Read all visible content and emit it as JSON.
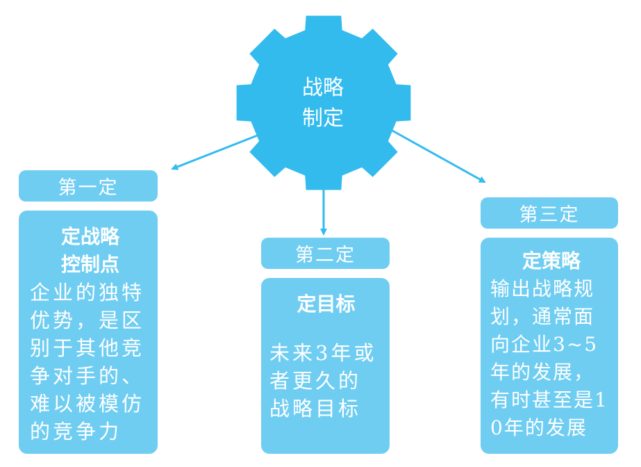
{
  "center": {
    "line1": "战略",
    "line2": "制定"
  },
  "branches": [
    {
      "header": "第一定",
      "title_line1": "定战略",
      "title_line2": "控制点",
      "body": "企业的独特优势，是区别于其他竞争对手的、难以被模仿的竞争力"
    },
    {
      "header": "第二定",
      "title_line1": "定目标",
      "title_line2": "",
      "body": "未来3年或者更久的战略目标"
    },
    {
      "header": "第三定",
      "title_line1": "定策略",
      "title_line2": "",
      "body": "输出战略规划，通常面向企业3~5年的发展，有时甚至是10年的发展"
    }
  ],
  "colors": {
    "gear": "#33bbee",
    "box": "#6fcdf2",
    "arrow": "#33bbee",
    "text": "#ffffff"
  },
  "icons": {
    "gear": "gear-icon"
  }
}
